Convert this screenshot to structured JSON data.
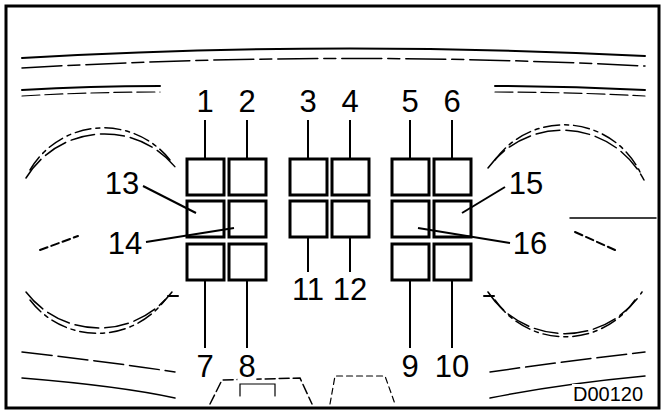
{
  "diagram": {
    "labels": [
      "1",
      "2",
      "3",
      "4",
      "5",
      "6",
      "13",
      "15",
      "14",
      "16",
      "11",
      "12",
      "7",
      "8",
      "9",
      "10",
      "D00120"
    ]
  }
}
